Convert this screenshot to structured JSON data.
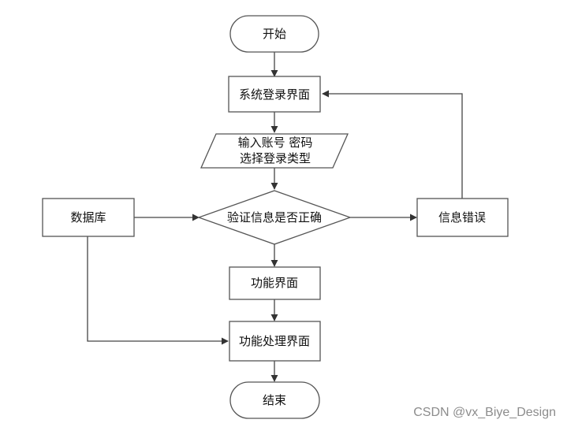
{
  "nodes": {
    "start": "开始",
    "login_screen": "系统登录界面",
    "input_line1": "输入账号 密码",
    "input_line2": "选择登录类型",
    "verify": "验证信息是否正确",
    "error": "信息错误",
    "database": "数据库",
    "function_screen": "功能界面",
    "function_process": "功能处理界面",
    "end": "结束"
  },
  "watermark": "CSDN @vx_Biye_Design",
  "colors": {
    "stroke": "#555555",
    "shape_fill": "#ffffff",
    "text": "#111111"
  }
}
